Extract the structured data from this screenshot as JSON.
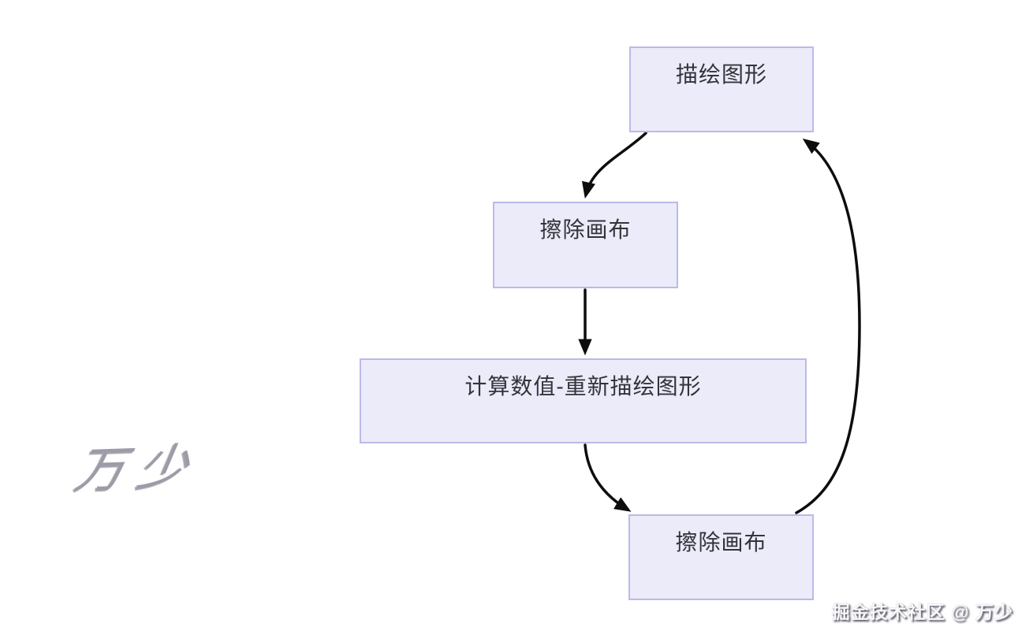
{
  "diagram": {
    "type": "flowchart",
    "nodes": [
      {
        "id": "draw-graphics",
        "label": "描绘图形"
      },
      {
        "id": "erase-canvas-1",
        "label": "擦除画布"
      },
      {
        "id": "compute-redraw",
        "label": "计算数值-重新描绘图形"
      },
      {
        "id": "erase-canvas-2",
        "label": "擦除画布"
      }
    ],
    "edges": [
      {
        "from": "draw-graphics",
        "to": "erase-canvas-1",
        "style": "curved-left"
      },
      {
        "from": "erase-canvas-1",
        "to": "compute-redraw",
        "style": "straight-down"
      },
      {
        "from": "compute-redraw",
        "to": "erase-canvas-2",
        "style": "curved-right"
      },
      {
        "from": "erase-canvas-2",
        "to": "draw-graphics",
        "style": "loop-right-up"
      }
    ],
    "colors": {
      "background": "#FFFFFF",
      "node_fill": "#ECEBF9",
      "node_border": "#BCB9E8",
      "node_text": "#33333A",
      "arrow": "#0D0D0D"
    }
  },
  "watermarks": {
    "signature": "万少",
    "credit": "掘金技术社区 @ 万少"
  }
}
